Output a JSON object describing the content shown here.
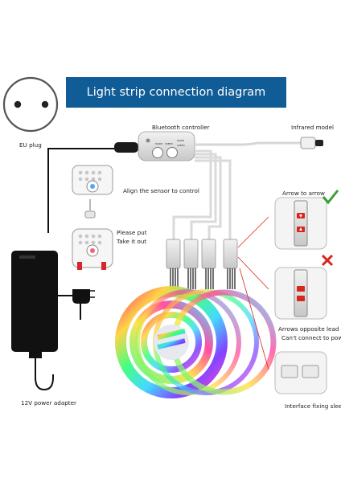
{
  "title": "Light strip connection diagram",
  "labels": {
    "eu_plug": "EU plug",
    "bluetooth_controller": "Bluetooth controller",
    "infrared_model": "Infrared model",
    "align_sensor": "Align the sensor to control",
    "please_put": "Please put",
    "take_it_out": "Take it out",
    "power_adapter": "12V power adapter",
    "arrow_to_arrow": "Arrow to arrow",
    "arrows_opposite_1": "Arrows opposite lead to",
    "arrows_opposite_2": "Can't connect to power",
    "interface_sleeve": "Interface fixing sleeve"
  },
  "controller_buttons": [
    "MODE",
    "SPEED",
    "MODE",
    "SPEED"
  ],
  "colors": {
    "title_bg": "#0f5c96",
    "cable": "#111111",
    "wire_white": "#d9d9d9",
    "check": "#3aa13a",
    "cross": "#d9261c",
    "callout_line": "#d9261c"
  }
}
